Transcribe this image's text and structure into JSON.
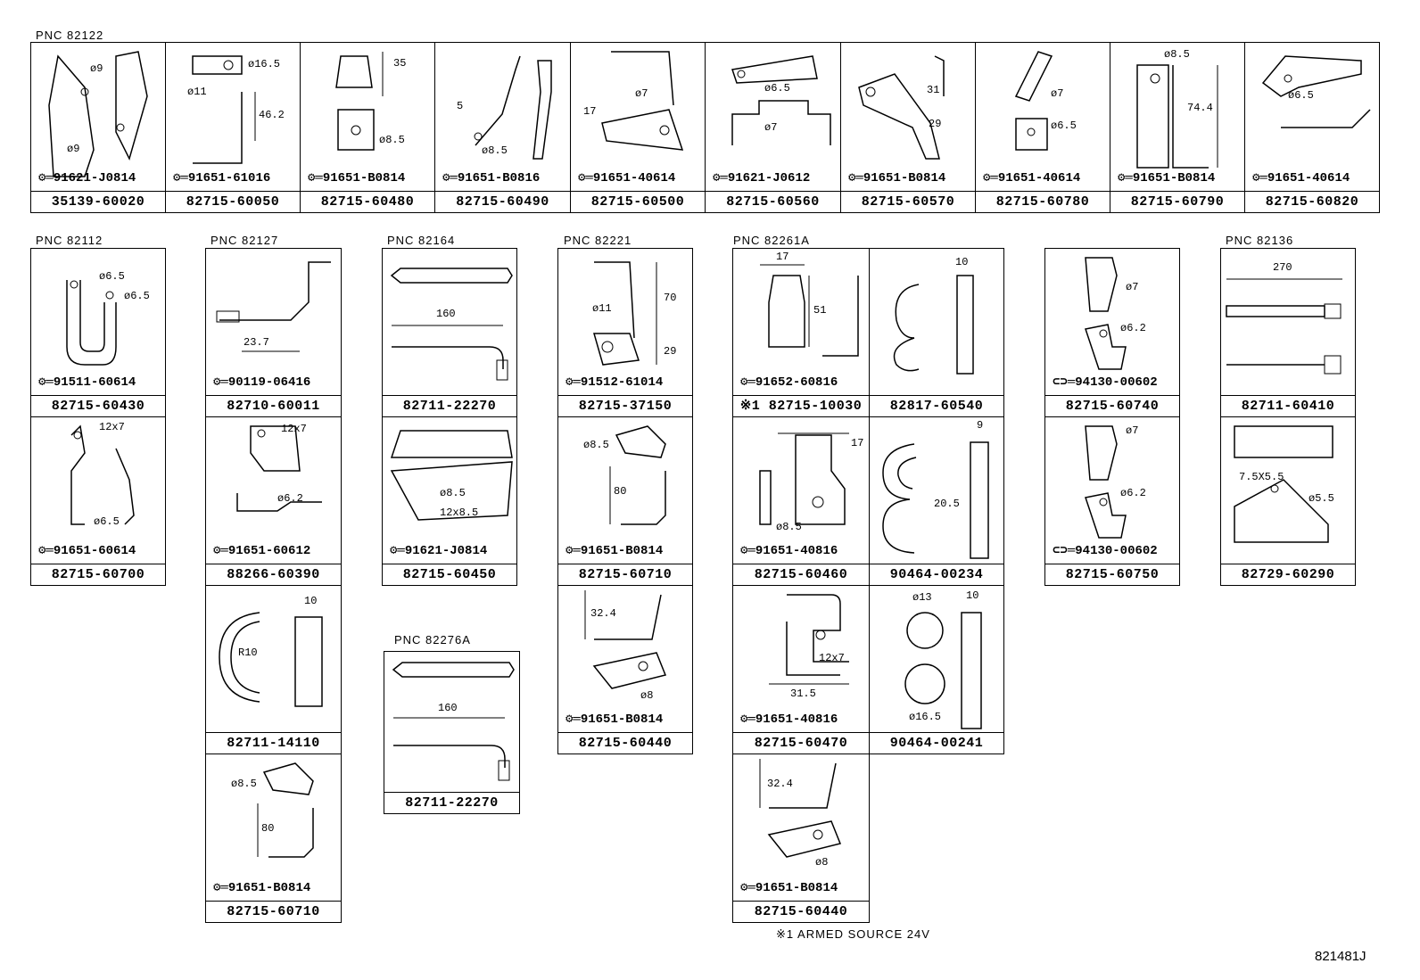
{
  "diagram_code": "821481J",
  "footnote": "※1  ARMED SOURCE 24V",
  "groups": [
    {
      "pnc": "PNC  82122"
    },
    {
      "pnc": "PNC  82112"
    },
    {
      "pnc": "PNC  82127"
    },
    {
      "pnc": "PNC  82164"
    },
    {
      "pnc": "PNC  82221"
    },
    {
      "pnc": "PNC  82261A"
    },
    {
      "pnc": "PNC  82136"
    },
    {
      "pnc": "PNC  82276A"
    }
  ],
  "cells": {
    "c1": {
      "part": "35139-60020",
      "bolt": "91621-J0814",
      "dims": [
        "ø9",
        "ø9"
      ]
    },
    "c2": {
      "part": "82715-60050",
      "bolt": "91651-61016",
      "dims": [
        "ø16.5",
        "ø11",
        "46.2"
      ]
    },
    "c3": {
      "part": "82715-60480",
      "bolt": "91651-B0814",
      "dims": [
        "35",
        "ø8.5"
      ]
    },
    "c4": {
      "part": "82715-60490",
      "bolt": "91651-B0816",
      "dims": [
        "5",
        "ø8.5"
      ]
    },
    "c5": {
      "part": "82715-60500",
      "bolt": "91651-40614",
      "dims": [
        "17",
        "ø7"
      ]
    },
    "c6": {
      "part": "82715-60560",
      "bolt": "91621-J0612",
      "dims": [
        "ø6.5",
        "ø7"
      ]
    },
    "c7": {
      "part": "82715-60570",
      "bolt": "91651-B0814",
      "dims": [
        "31",
        "29"
      ]
    },
    "c8": {
      "part": "82715-60780",
      "bolt": "91651-40614",
      "dims": [
        "ø7",
        "ø6.5"
      ]
    },
    "c9": {
      "part": "82715-60790",
      "bolt": "91651-B0814",
      "dims": [
        "ø8.5",
        "74.4"
      ]
    },
    "c10": {
      "part": "82715-60820",
      "bolt": "91651-40614",
      "dims": [
        "ø6.5"
      ]
    },
    "c11": {
      "part": "82715-60430",
      "bolt": "91511-60614",
      "dims": [
        "ø6.5",
        "ø6.5"
      ]
    },
    "c12": {
      "part": "82715-60700",
      "bolt": "91651-60614",
      "dims": [
        "12x7",
        "ø6.5"
      ]
    },
    "c13": {
      "part": "82710-60011",
      "bolt": "90119-06416",
      "dims": [
        "23.7"
      ]
    },
    "c14": {
      "part": "88266-60390",
      "bolt": "91651-60612",
      "dims": [
        "12x7",
        "ø6.2"
      ]
    },
    "c15": {
      "part": "82711-14110",
      "bolt": "",
      "dims": [
        "R10",
        "10"
      ]
    },
    "c16": {
      "part": "82715-60710",
      "bolt": "91651-B0814",
      "dims": [
        "ø8.5",
        "80"
      ]
    },
    "c17": {
      "part": "82711-22270",
      "bolt": "",
      "dims": [
        "160"
      ]
    },
    "c18": {
      "part": "82715-60450",
      "bolt": "91621-J0814",
      "dims": [
        "ø8.5",
        "12x8.5"
      ]
    },
    "c19": {
      "part": "82711-22270",
      "bolt": "",
      "dims": [
        "160"
      ]
    },
    "c20": {
      "part": "82715-37150",
      "bolt": "91512-61014",
      "dims": [
        "70",
        "ø11",
        "29"
      ]
    },
    "c21": {
      "part": "82715-60710",
      "bolt": "91651-B0814",
      "dims": [
        "ø8.5",
        "80"
      ]
    },
    "c22": {
      "part": "82715-60440",
      "bolt": "91651-B0814",
      "dims": [
        "32.4",
        "ø8"
      ]
    },
    "c23": {
      "part": "※1 82715-10030",
      "bolt": "91652-60816",
      "dims": [
        "17",
        "51"
      ]
    },
    "c24": {
      "part": "82817-60540",
      "bolt": "",
      "dims": [
        "10"
      ]
    },
    "c25": {
      "part": "82715-60460",
      "bolt": "91651-40816",
      "dims": [
        "17",
        "ø8.5"
      ]
    },
    "c26": {
      "part": "90464-00234",
      "bolt": "",
      "dims": [
        "9",
        "20.5"
      ]
    },
    "c27": {
      "part": "82715-60470",
      "bolt": "91651-40816",
      "dims": [
        "12x7",
        "31.5"
      ]
    },
    "c28": {
      "part": "90464-00241",
      "bolt": "",
      "dims": [
        "ø13",
        "10",
        "ø16.5"
      ]
    },
    "c29": {
      "part": "82715-60440",
      "bolt": "91651-B0814",
      "dims": [
        "32.4",
        "ø8"
      ]
    },
    "c30": {
      "part": "82715-60740",
      "bolt": "94130-00602",
      "dims": [
        "ø7",
        "ø6.2"
      ]
    },
    "c31": {
      "part": "82715-60750",
      "bolt": "94130-00602",
      "dims": [
        "ø7",
        "ø6.2"
      ]
    },
    "c32": {
      "part": "82711-60410",
      "bolt": "",
      "dims": [
        "270"
      ]
    },
    "c33": {
      "part": "82729-60290",
      "bolt": "",
      "dims": [
        "7.5X5.5",
        "ø5.5"
      ]
    }
  }
}
